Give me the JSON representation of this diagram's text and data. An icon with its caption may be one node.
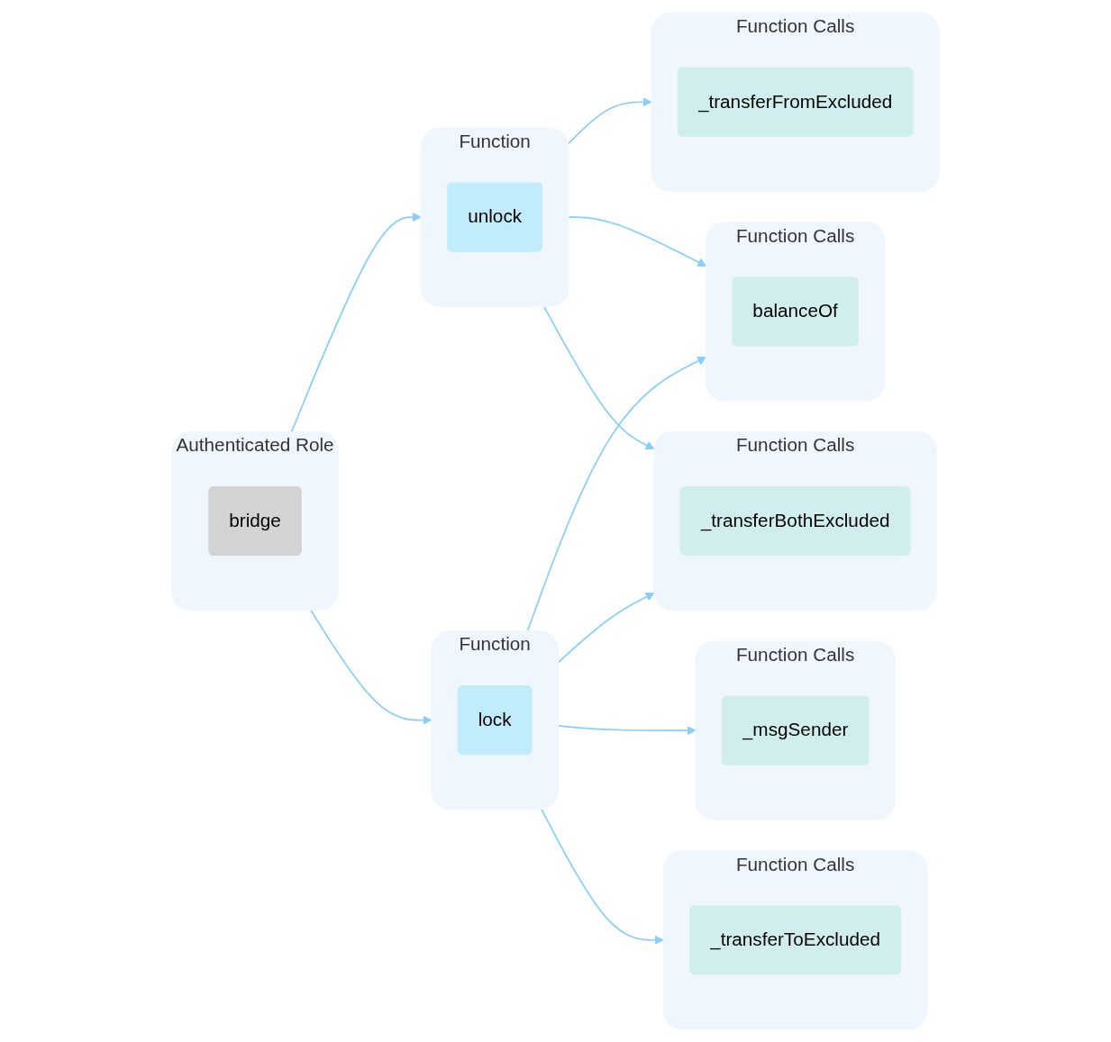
{
  "diagram": {
    "nodes": [
      {
        "text": [
          "Authenticated Role"
        ]
      },
      {
        "text": [
          "bridge"
        ],
        "in": 0
      },
      {
        "text": [
          "Function"
        ]
      },
      {
        "text": [
          "unlock"
        ],
        "in": 2
      },
      {
        "text": [
          "Function"
        ]
      },
      {
        "text": [
          "lock"
        ],
        "in": 4
      },
      {
        "text": [
          "Function Calls"
        ]
      },
      {
        "text": [
          "_transferFromExcluded"
        ],
        "in": 6
      },
      {
        "text": [
          "Function Calls"
        ]
      },
      {
        "text": [
          "balanceOf"
        ],
        "in": 8
      },
      {
        "text": [
          "Function Calls"
        ]
      },
      {
        "text": [
          "_transferBothExcluded"
        ],
        "in": 10
      },
      {
        "text": [
          "Function Calls"
        ]
      },
      {
        "text": [
          "_msgSender"
        ],
        "in": 12
      },
      {
        "text": [
          "Function Calls"
        ]
      },
      {
        "text": [
          "_transferToExcluded"
        ],
        "in": 14
      }
    ],
    "edges": [
      {
        "from": 0,
        "to": 2,
        "arrow": "to"
      },
      {
        "from": 0,
        "to": 4,
        "arrow": "to"
      },
      {
        "from": 2,
        "to": 6,
        "arrow": "to"
      },
      {
        "from": 2,
        "to": 8,
        "arrow": "to"
      },
      {
        "from": 2,
        "to": 10,
        "arrow": "to"
      },
      {
        "from": 4,
        "to": 8,
        "arrow": "to"
      },
      {
        "from": 4,
        "to": 10,
        "arrow": "to"
      },
      {
        "from": 4,
        "to": 12,
        "arrow": "to"
      },
      {
        "from": 4,
        "to": 14,
        "arrow": "to"
      }
    ]
  }
}
